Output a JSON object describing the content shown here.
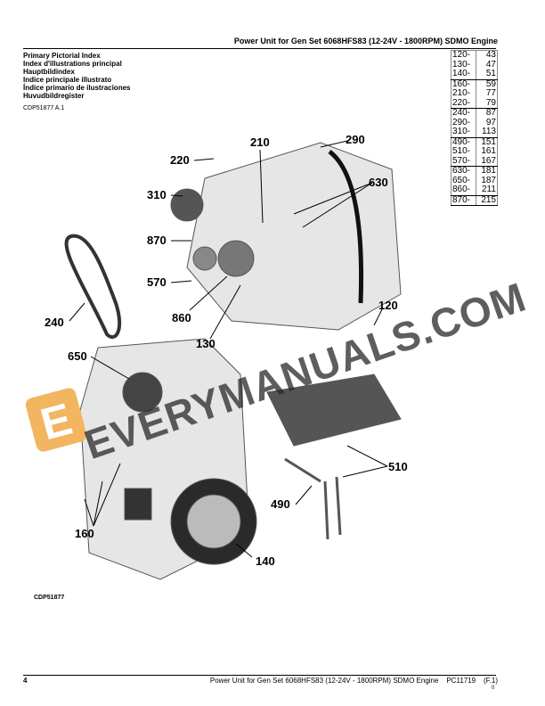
{
  "header": {
    "title": "Power Unit for Gen Set 6068HFS83 (12-24V - 1800RPM) SDMO Engine"
  },
  "index_titles": [
    "Primary Pictorial Index",
    "Index d'illustrations principal",
    "Hauptbildindex",
    "Indice principale illustrato",
    "Índice primario de ilustraciones",
    "Huvudbildregister"
  ],
  "figure_ref": "CDP51877 A.1",
  "page_index": [
    {
      "ref": "120-",
      "page": "43"
    },
    {
      "ref": "130-",
      "page": "47"
    },
    {
      "ref": "140-",
      "page": "51"
    },
    {
      "ref": "160-",
      "page": "59"
    },
    {
      "ref": "210-",
      "page": "77"
    },
    {
      "ref": "220-",
      "page": "79"
    },
    {
      "ref": "240-",
      "page": "87"
    },
    {
      "ref": "290-",
      "page": "97"
    },
    {
      "ref": "310-",
      "page": "113"
    },
    {
      "ref": "490-",
      "page": "151"
    },
    {
      "ref": "510-",
      "page": "161"
    },
    {
      "ref": "570-",
      "page": "167"
    },
    {
      "ref": "630-",
      "page": "181"
    },
    {
      "ref": "650-",
      "page": "187"
    },
    {
      "ref": "860-",
      "page": "211"
    },
    {
      "ref": "870-",
      "page": "215"
    }
  ],
  "callouts": {
    "c220": "220",
    "c210": "210",
    "c290": "290",
    "c630": "630",
    "c310": "310",
    "c870": "870",
    "c570": "570",
    "c240": "240",
    "c860": "860",
    "c130": "130",
    "c120": "120",
    "c650": "650",
    "c510": "510",
    "c490": "490",
    "c160": "160",
    "c140": "140"
  },
  "watermark": {
    "text": "EVERYMANUALS.COM",
    "logo_letter": "E",
    "logo_color": "#f2b661"
  },
  "figure_code": "CDP51877",
  "footer": {
    "page_number": "4",
    "title": "Power Unit for Gen Set 6068HFS83 (12-24V - 1800RPM) SDMO Engine",
    "doc_id": "PC11719",
    "revision": "(F.1)",
    "mark": "0"
  }
}
